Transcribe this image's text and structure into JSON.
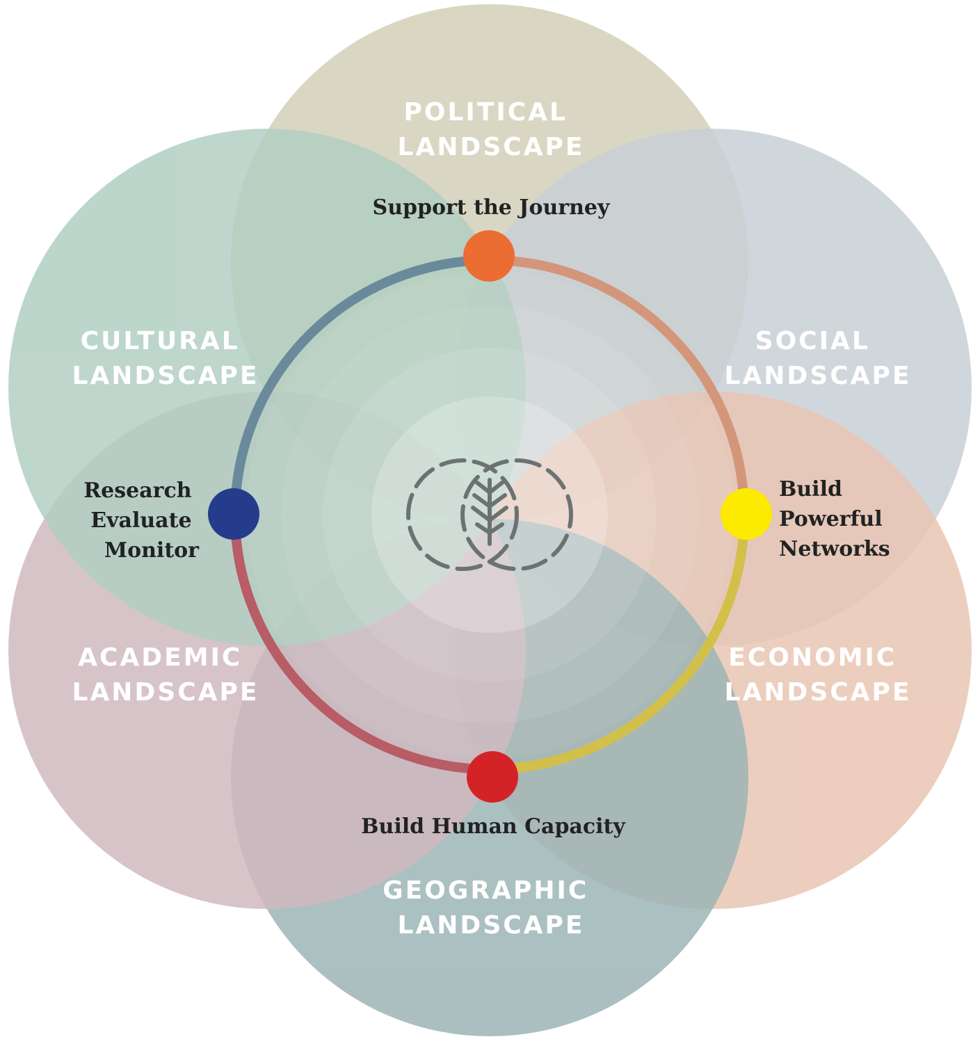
{
  "landscapes": [
    {
      "id": "political",
      "line1": "POLITICAL",
      "line2": "LANDSCAPE",
      "color": "#c9c6a8"
    },
    {
      "id": "social",
      "line1": "SOCIAL",
      "line2": "LANDSCAPE",
      "color": "#bcc6cc"
    },
    {
      "id": "economic",
      "line1": "ECONOMIC",
      "line2": "LANDSCAPE",
      "color": "#e4b8a2"
    },
    {
      "id": "geographic",
      "line1": "GEOGRAPHIC",
      "line2": "LANDSCAPE",
      "color": "#86a4a6"
    },
    {
      "id": "academic",
      "line1": "ACADEMIC",
      "line2": "LANDSCAPE",
      "color": "#c6aab2"
    },
    {
      "id": "cultural",
      "line1": "CULTURAL",
      "line2": "LANDSCAPE",
      "color": "#a1c4b4"
    }
  ],
  "steps": {
    "top": {
      "lines": [
        "Support the Journey"
      ],
      "color": "#ec6d31"
    },
    "right": {
      "lines": [
        "Build",
        "Powerful",
        "Networks"
      ],
      "color": "#fcea00"
    },
    "bottom": {
      "lines": [
        "Build Human Capacity"
      ],
      "color": "#d42327"
    },
    "left": {
      "lines": [
        "Research",
        "Evaluate",
        "Monitor"
      ],
      "color": "#253b8c"
    }
  },
  "ring_colors": {
    "top_left": "#6a8a9c",
    "top_right": "#d4967a",
    "bottom_right": "#d2c04a",
    "bottom_left": "#b85c66"
  },
  "center_icon": "leaf-in-overlapping-circles-icon"
}
